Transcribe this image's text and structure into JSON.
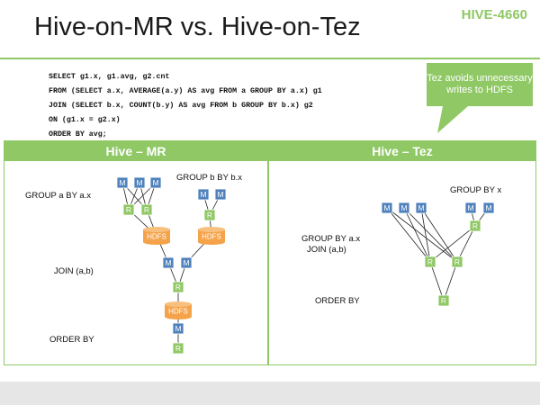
{
  "title": "Hive-on-MR vs. Hive-on-Tez",
  "tag": "HIVE-4660",
  "sql": [
    "SELECT g1.x, g1.avg, g2.cnt",
    "FROM (SELECT a.x, AVERAGE(a.y) AS avg FROM a GROUP BY a.x) g1",
    "JOIN (SELECT b.x, COUNT(b.y) AS avg FROM b GROUP BY b.x) g2",
    "ON (g1.x = g2.x)",
    "ORDER BY avg;"
  ],
  "callout": "Tez avoids unnecessary writes to HDFS",
  "mr": {
    "heading": "Hive – MR",
    "labels": {
      "group_a": "GROUP a BY a.x",
      "group_b": "GROUP b BY b.x",
      "join": "JOIN (a,b)",
      "order": "ORDER BY"
    }
  },
  "tez": {
    "heading": "Hive – Tez",
    "labels": {
      "group_b": "GROUP BY x",
      "group_a_line1": "GROUP BY a.x",
      "group_a_line2": "JOIN (a,b)",
      "order": "ORDER BY"
    }
  },
  "node_text": {
    "map": "M",
    "reduce": "R",
    "hdfs": "HDFS"
  },
  "colors": {
    "accent_green": "#8fc865",
    "map_blue": "#4f81bd",
    "reduce_green": "#8fc865",
    "hdfs_orange": "#f5a34a"
  }
}
